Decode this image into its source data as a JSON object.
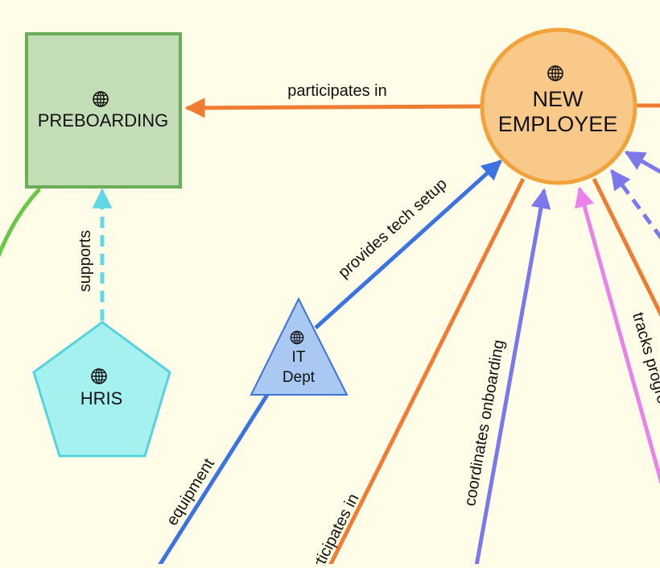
{
  "diagram": {
    "background": "#fffde8",
    "icon": "globe-icon",
    "nodes": {
      "preboarding": {
        "label": "PREBOARDING",
        "shape": "square",
        "fill": "#c3deb6",
        "stroke": "#6aad58"
      },
      "new_employee": {
        "label_lines": [
          "NEW",
          "EMPLOYEE"
        ],
        "shape": "circle",
        "fill": "#f9c98a",
        "stroke": "#f2a23a"
      },
      "hris": {
        "label": "HRIS",
        "shape": "pentagon",
        "fill": "#a5f1f0",
        "stroke": "#58d3de"
      },
      "it_dept": {
        "label_lines": [
          "IT",
          "Dept"
        ],
        "shape": "triangle",
        "fill": "#a9c8f2",
        "stroke": "#3d72d8"
      }
    },
    "edges": [
      {
        "label": "participates in",
        "from": "new_employee",
        "to": "preboarding",
        "color": "#ee7d33",
        "style": "solid"
      },
      {
        "label": "supports",
        "from": "hris",
        "to": "preboarding",
        "color": "#62d8e3",
        "style": "dashed"
      },
      {
        "label": "provides tech setup",
        "from": "it_dept",
        "to": "new_employee",
        "color": "#3b73e0",
        "style": "solid"
      },
      {
        "label": "equipment",
        "color": "#3b73e0",
        "style": "solid"
      },
      {
        "label": "coordinates onboarding",
        "to": "new_employee",
        "color": "#7a78ea",
        "style": "solid"
      },
      {
        "label": "participates in",
        "from": "new_employee",
        "color": "#ee7d33",
        "style": "solid"
      },
      {
        "label": "tracks progre",
        "to": "new_employee",
        "color": "#ea82ea",
        "style": "solid"
      },
      {
        "label": "",
        "to": "new_employee",
        "color": "#7a78ea",
        "style": "dashed"
      },
      {
        "label": "",
        "color": "#69c84a",
        "style": "solid"
      }
    ]
  }
}
